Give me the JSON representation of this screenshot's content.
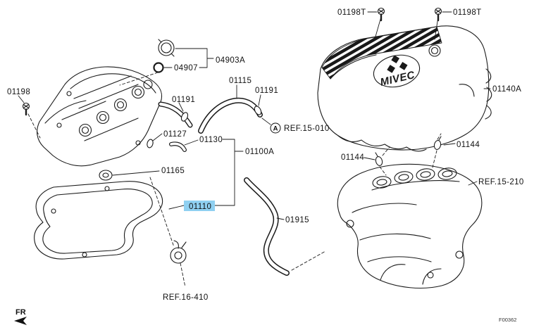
{
  "colors": {
    "highlight": "#8fd0f1",
    "line": "#1a1a1a",
    "background": "#ffffff"
  },
  "highlighted_part": "01110",
  "labels": {
    "p01198t": "01198T",
    "p04903a": "04903A",
    "p04907": "04907",
    "p01198": "01198",
    "p01115": "01115",
    "p01191": "01191",
    "ref15010": "REF.15-010",
    "marker_a": "A",
    "p01127": "01127",
    "p01130": "01130",
    "p01100a": "01100A",
    "p01144": "01144",
    "p01165": "01165",
    "p01110": "01110",
    "p01140a": "01140A",
    "ref15210": "REF.15-210",
    "p01915": "01915",
    "ref16410": "REF.16-410",
    "brand": "MIVEC",
    "fr": "FR",
    "figure_code": "F00362"
  }
}
